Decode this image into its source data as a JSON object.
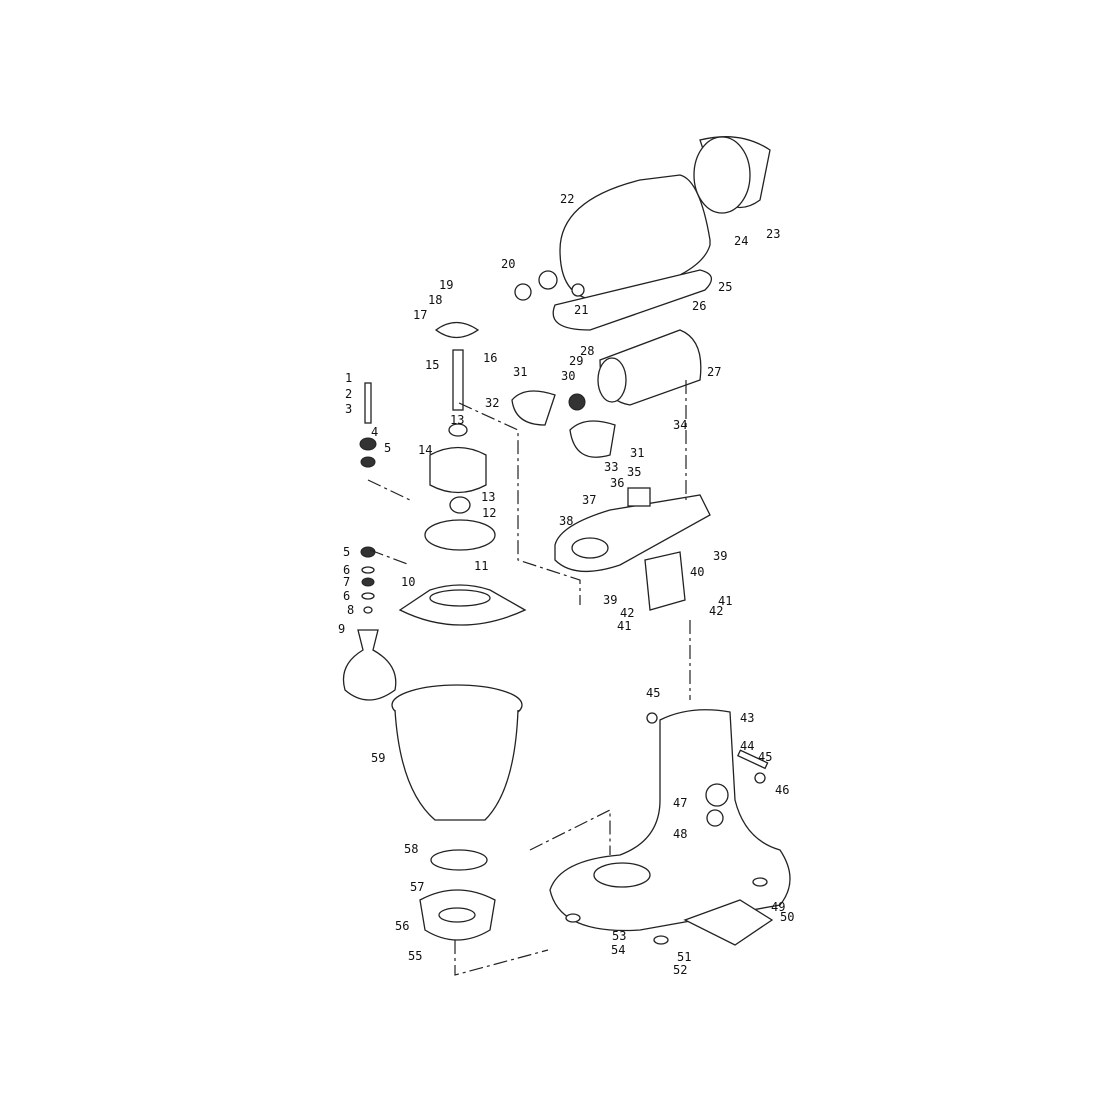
{
  "diagram": {
    "type": "exploded-parts-view",
    "part_labels": [
      "1",
      "2",
      "3",
      "4",
      "5",
      "5",
      "6",
      "7",
      "6",
      "8",
      "9",
      "10",
      "11",
      "12",
      "13",
      "13",
      "14",
      "15",
      "16",
      "17",
      "18",
      "19",
      "20",
      "21",
      "22",
      "23",
      "24",
      "25",
      "26",
      "27",
      "28",
      "29",
      "30",
      "31",
      "31",
      "32",
      "33",
      "34",
      "35",
      "36",
      "37",
      "38",
      "39",
      "39",
      "40",
      "41",
      "41",
      "42",
      "42",
      "43",
      "44",
      "45",
      "45",
      "46",
      "47",
      "48",
      "49",
      "50",
      "51",
      "52",
      "53",
      "54",
      "55",
      "56",
      "57",
      "58",
      "59"
    ]
  }
}
